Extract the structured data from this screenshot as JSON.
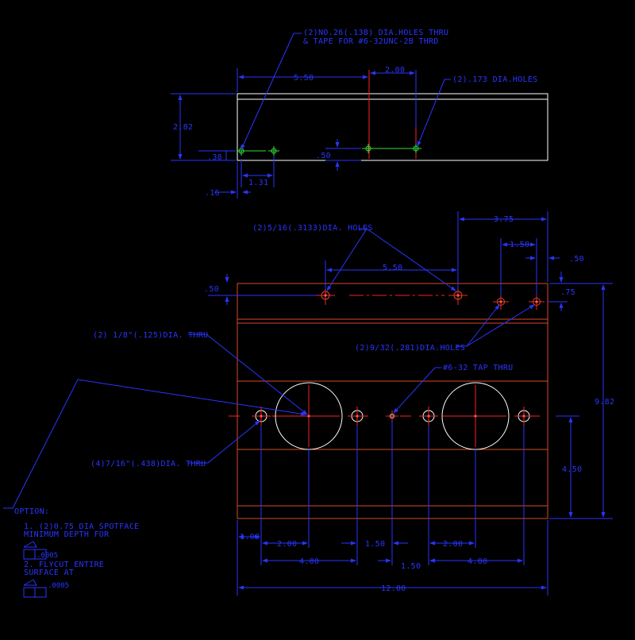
{
  "labels": {
    "top_note_line1": "(2)NO.26(.138) DIA.HOLES THRU",
    "top_note_line2": "& TAPE FOR #6-32UNC-2B THRD",
    "top_holes_173": "(2).173 DIA.HOLES",
    "holes_5_16": "(2)5/16(.3133)DIA. HOLES",
    "holes_9_32": "(2)9/32(.281)DIA.HOLES",
    "holes_1_8": "(2) 1/8\"(.125)DIA. THRU",
    "tap_6_32": "#6-32 TAP THRU",
    "holes_7_16": "(4)7/16\"(.438)DIA. THRU",
    "option": "OPTION:",
    "opt1_line1": "1. (2)0.75 DIA SPOTFACE",
    "opt1_line2": "MINIMUM DEPTH FOR",
    "opt1_tol": ".0005",
    "opt2_line1": "2. FLYCUT ENTIRE",
    "opt2_line2": "SURFACE AT",
    "opt2_tol": ".0005"
  },
  "dimensions": {
    "top_5_50": "5.50",
    "top_2_00": "2.00",
    "top_2_82": "2.82",
    "top_38": ".38",
    "top_50": ".50",
    "top_1_31": "1.31",
    "top_16": ".16",
    "r_3_75": "3.75",
    "r_1_50": "1.50",
    "r_50": ".50",
    "m_5_50": "5.50",
    "l_50": ".50",
    "r_75": ".75",
    "h_9_82": "9.82",
    "h_4_50": "4.50",
    "b_1_00": "1.00",
    "b_2_00a": "2.00",
    "b_1_50a": "1.50",
    "b_2_00b": "2.00",
    "b_4_00a": "4.00",
    "b_1_50b": "1.50",
    "b_4_00b": "4.00",
    "b_12_00": "12.00"
  }
}
